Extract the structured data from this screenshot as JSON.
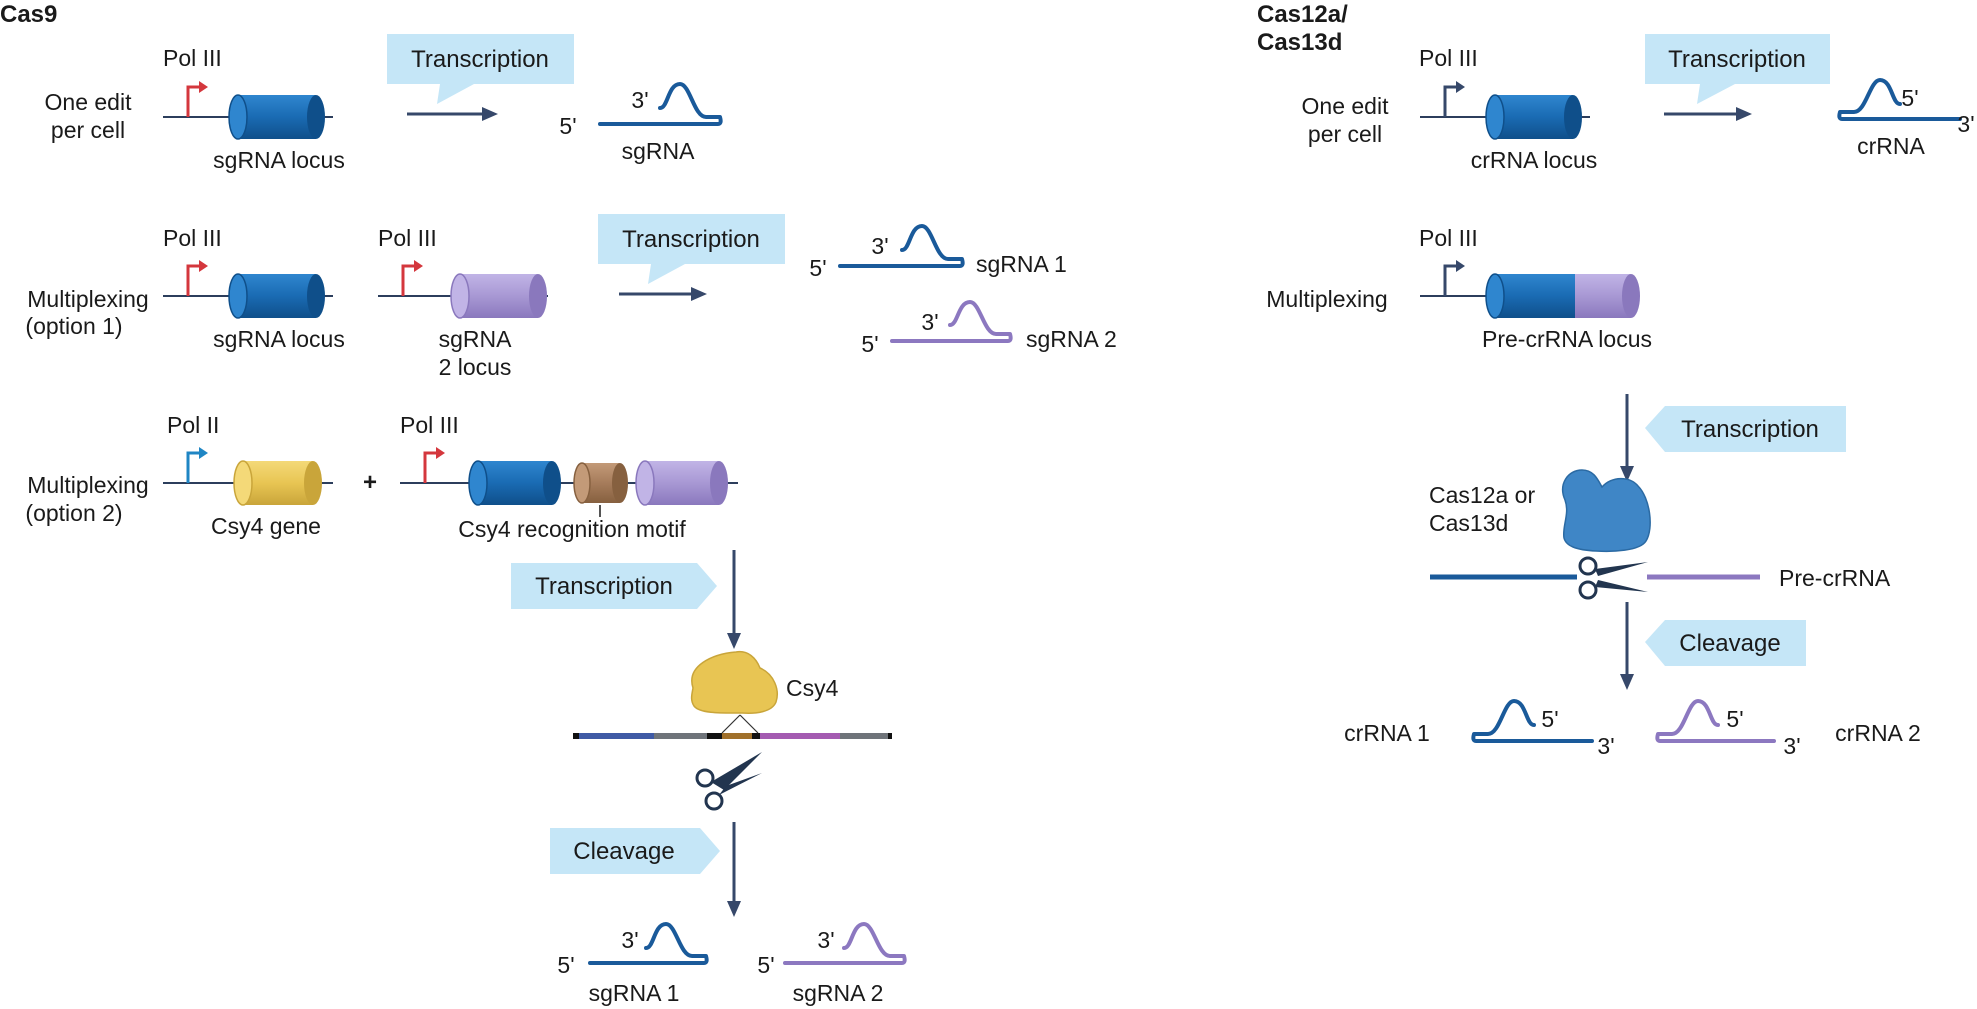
{
  "cas9": {
    "heading": "Cas9",
    "row1": {
      "label_line1": "One edit",
      "label_line2": "per cell",
      "promoter": "Pol III",
      "locus": "sgRNA locus",
      "callout": "Transcription",
      "five_prime": "5'",
      "three_prime": "3'",
      "product": "sgRNA"
    },
    "row2": {
      "label_line1": "Multiplexing",
      "label_line2": "(option 1)",
      "promoter_a": "Pol III",
      "locus_a": "sgRNA locus",
      "promoter_b": "Pol III",
      "locus_b_line1": "sgRNA",
      "locus_b_line2": "2 locus",
      "callout": "Transcription",
      "product1_five": "5'",
      "product1_three": "3'",
      "product1": "sgRNA 1",
      "product2_five": "5'",
      "product2_three": "3'",
      "product2": "sgRNA 2"
    },
    "row3": {
      "label_line1": "Multiplexing",
      "label_line2": "(option 2)",
      "promoter_a": "Pol II",
      "locus_a": "Csy4 gene",
      "plus": "+",
      "promoter_b": "Pol III",
      "motif_label": "Csy4 recognition motif",
      "callout_transcription": "Transcription",
      "enzyme": "Csy4",
      "callout_cleavage": "Cleavage",
      "product1_five": "5'",
      "product1_three": "3'",
      "product1": "sgRNA 1",
      "product2_five": "5'",
      "product2_three": "3'",
      "product2": "sgRNA 2"
    }
  },
  "cas12": {
    "heading_line1": "Cas12a/",
    "heading_line2": "Cas13d",
    "row1": {
      "label_line1": "One edit",
      "label_line2": "per cell",
      "promoter": "Pol III",
      "locus": "crRNA locus",
      "callout": "Transcription",
      "five_prime": "5'",
      "three_prime": "3'",
      "product": "crRNA"
    },
    "row2": {
      "label": "Multiplexing",
      "promoter": "Pol III",
      "locus": "Pre-crRNA locus",
      "callout_transcription": "Transcription",
      "enzyme_line1": "Cas12a or",
      "enzyme_line2": "Cas13d",
      "precursor": "Pre-crRNA",
      "callout_cleavage": "Cleavage",
      "product1": "crRNA 1",
      "product1_five": "5'",
      "product1_three": "3'",
      "product2": "crRNA 2",
      "product2_five": "5'",
      "product2_three": "3'"
    }
  },
  "colors": {
    "cylinder_blue": "#1a6bb3",
    "cylinder_purple": "#a898d4",
    "cylinder_yellow": "#e8c553",
    "cylinder_brown": "#a67c5b",
    "enzyme_blue": "#3f86c6",
    "enzyme_yellow": "#e8c553",
    "callout": "#c5e6f7",
    "promoter_red": "#d4373d",
    "promoter_blue": "#1f86c4"
  }
}
